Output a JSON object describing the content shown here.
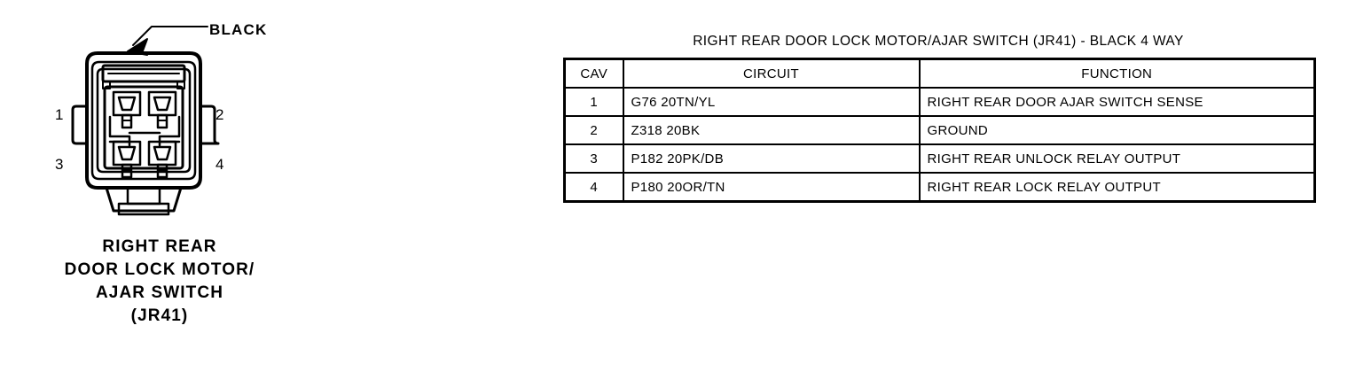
{
  "connector": {
    "color_callout": "BLACK",
    "pin_numbers": [
      "1",
      "2",
      "3",
      "4"
    ],
    "caption_lines": [
      "RIGHT REAR",
      "DOOR LOCK MOTOR/",
      "AJAR SWITCH",
      "(JR41)"
    ],
    "ink_color": "#000000",
    "background_color": "#ffffff"
  },
  "table": {
    "title": "RIGHT REAR DOOR LOCK MOTOR/AJAR SWITCH (JR41) - BLACK 4 WAY",
    "headers": {
      "cav": "CAV",
      "circuit": "CIRCUIT",
      "function": "FUNCTION"
    },
    "rows": [
      {
        "cav": "1",
        "circuit": "G76 20TN/YL",
        "function": "RIGHT REAR DOOR AJAR SWITCH SENSE"
      },
      {
        "cav": "2",
        "circuit": "Z318 20BK",
        "function": "GROUND"
      },
      {
        "cav": "3",
        "circuit": "P182 20PK/DB",
        "function": "RIGHT REAR UNLOCK RELAY OUTPUT"
      },
      {
        "cav": "4",
        "circuit": "P180 20OR/TN",
        "function": "RIGHT REAR LOCK RELAY OUTPUT"
      }
    ]
  }
}
